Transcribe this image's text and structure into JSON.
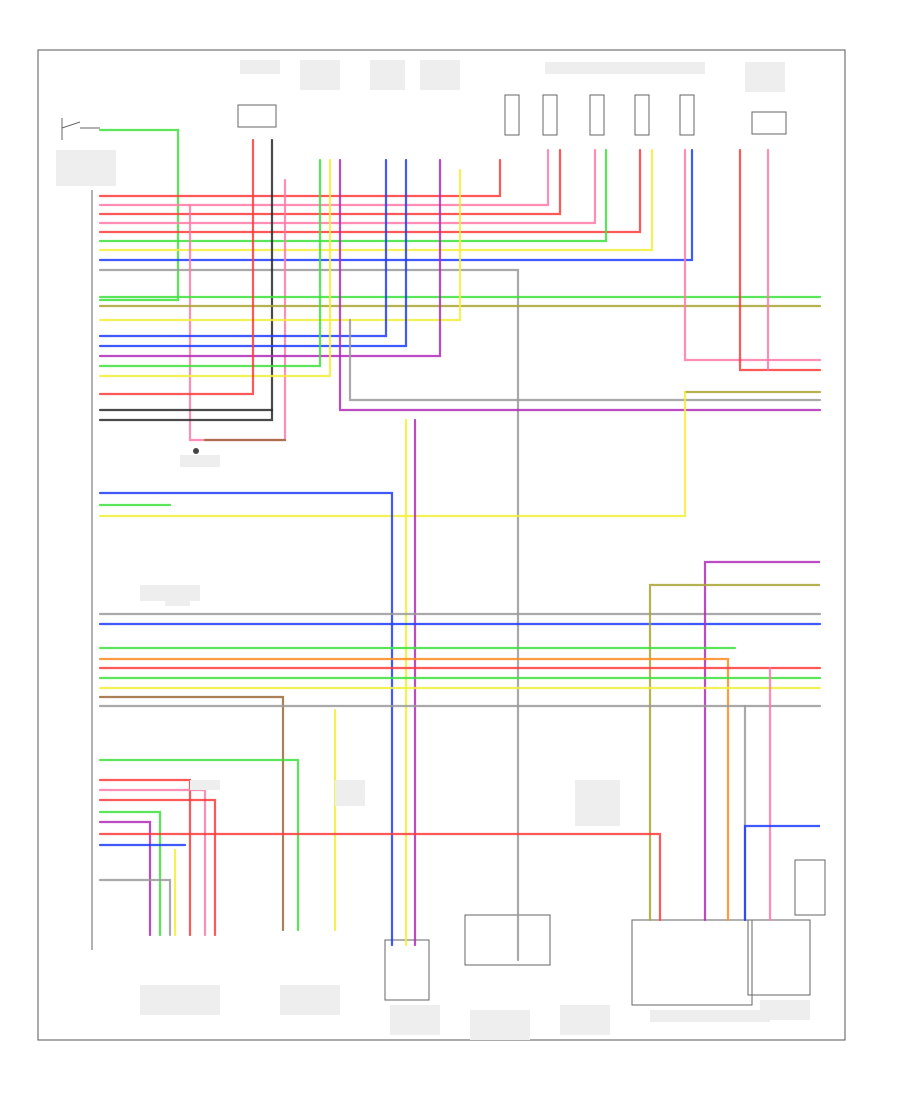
{
  "footer_code": "",
  "colors": {
    "red": "#ff3b3b",
    "pink": "#ff7aa8",
    "green": "#3ee03e",
    "yellow": "#f2ef3a",
    "blue": "#1f3cff",
    "violet": "#8a2be2",
    "purple": "#b02ab8",
    "olive": "#a8a432",
    "orange": "#ff8a1e",
    "gray": "#9a9a9a",
    "black": "#2a2a2a",
    "brown": "#9c6a3b"
  },
  "wire_color_sequence": [
    "red",
    "pink",
    "red",
    "pink",
    "red",
    "green",
    "yellow",
    "blue",
    "gray",
    "green",
    "olive",
    "yellow",
    "orange",
    "green",
    "blue",
    "violet",
    "red",
    "green",
    "yellow",
    "black",
    "red",
    "brown"
  ]
}
